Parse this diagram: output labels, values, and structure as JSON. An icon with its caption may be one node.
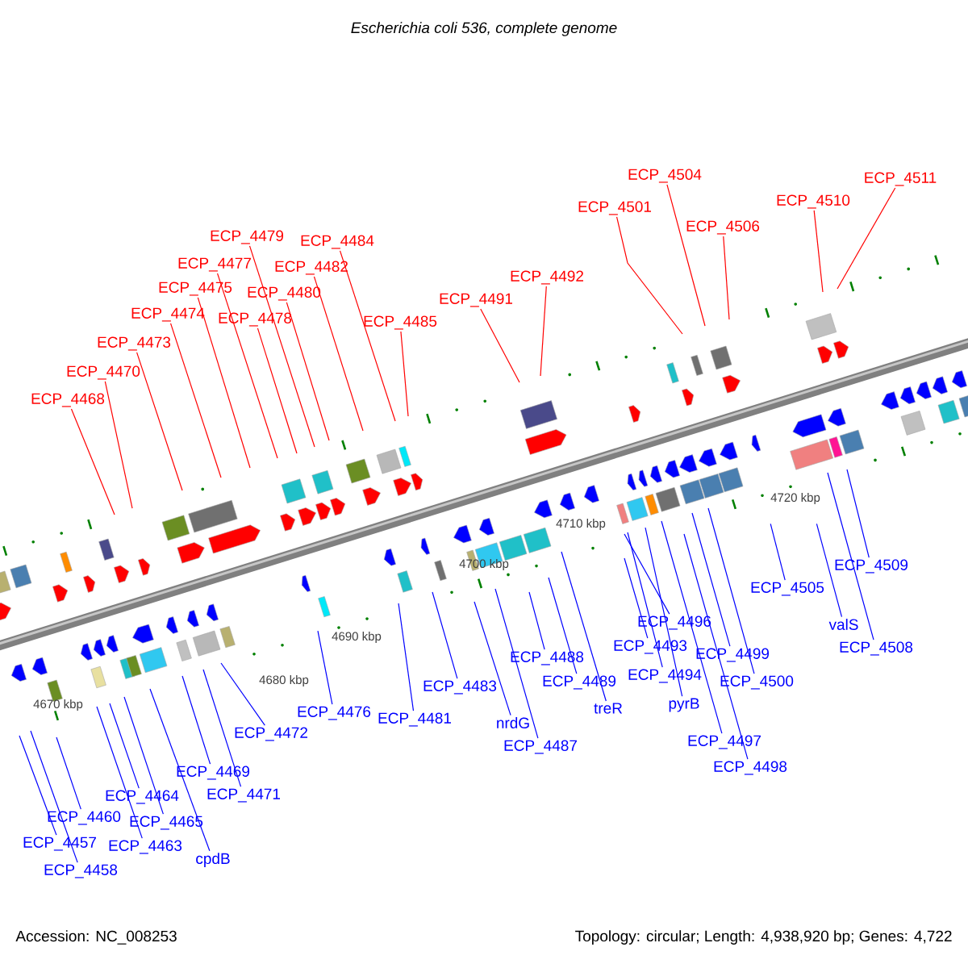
{
  "diagram": {
    "title": "Escherichia coli 536, complete genome",
    "nodes": [
      {
        "text": [
          "ECP_4468"
        ]
      },
      {
        "text": [
          "ECP_4470"
        ]
      },
      {
        "text": [
          "ECP_4473"
        ]
      },
      {
        "text": [
          "ECP_4474"
        ]
      },
      {
        "text": [
          "ECP_4475"
        ]
      },
      {
        "text": [
          "ECP_4477"
        ]
      },
      {
        "text": [
          "ECP_4479"
        ]
      },
      {
        "text": [
          "ECP_4478"
        ]
      },
      {
        "text": [
          "ECP_4480"
        ]
      },
      {
        "text": [
          "ECP_4482"
        ]
      },
      {
        "text": [
          "ECP_4484"
        ]
      },
      {
        "text": [
          "ECP_4485"
        ]
      },
      {
        "text": [
          "ECP_4491"
        ]
      },
      {
        "text": [
          "ECP_4492"
        ]
      },
      {
        "text": [
          "ECP_4501"
        ]
      },
      {
        "text": [
          "ECP_4504"
        ]
      },
      {
        "text": [
          "ECP_4506"
        ]
      },
      {
        "text": [
          "ECP_4510"
        ]
      },
      {
        "text": [
          "ECP_4511"
        ]
      },
      {
        "text": [
          "ECP_4457"
        ]
      },
      {
        "text": [
          "ECP_4458"
        ]
      },
      {
        "text": [
          "ECP_4460"
        ]
      },
      {
        "text": [
          "ECP_4463"
        ]
      },
      {
        "text": [
          "ECP_4464"
        ]
      },
      {
        "text": [
          "ECP_4465"
        ]
      },
      {
        "text": [
          "cpdB"
        ]
      },
      {
        "text": [
          "ECP_4469"
        ]
      },
      {
        "text": [
          "ECP_4471"
        ]
      },
      {
        "text": [
          "ECP_4472"
        ]
      },
      {
        "text": [
          "ECP_4476"
        ]
      },
      {
        "text": [
          "ECP_4481"
        ]
      },
      {
        "text": [
          "ECP_4483"
        ]
      },
      {
        "text": [
          "nrdG"
        ]
      },
      {
        "text": [
          "ECP_4487"
        ]
      },
      {
        "text": [
          "ECP_4488"
        ]
      },
      {
        "text": [
          "ECP_4489"
        ]
      },
      {
        "text": [
          "treR"
        ]
      },
      {
        "text": [
          "ECP_4493"
        ]
      },
      {
        "text": [
          "ECP_4494"
        ]
      },
      {
        "text": [
          "ECP_4496"
        ]
      },
      {
        "text": [
          "pyrB"
        ]
      },
      {
        "text": [
          "ECP_4497"
        ]
      },
      {
        "text": [
          "ECP_4498"
        ]
      },
      {
        "text": [
          "ECP_4499"
        ]
      },
      {
        "text": [
          "ECP_4500"
        ]
      },
      {
        "text": [
          "ECP_4505"
        ]
      },
      {
        "text": [
          "valS"
        ]
      },
      {
        "text": [
          "ECP_4508"
        ]
      },
      {
        "text": [
          "ECP_4509"
        ]
      }
    ],
    "edges": [
      {
        "from": 0,
        "to": null,
        "arrow": "none",
        "color": "#ff0000"
      },
      {
        "from": 1,
        "to": null,
        "arrow": "none",
        "color": "#ff0000"
      },
      {
        "from": 2,
        "to": null,
        "arrow": "none",
        "color": "#ff0000"
      },
      {
        "from": 3,
        "to": null,
        "arrow": "none",
        "color": "#ff0000"
      },
      {
        "from": 4,
        "to": null,
        "arrow": "none",
        "color": "#ff0000"
      },
      {
        "from": 5,
        "to": null,
        "arrow": "none",
        "color": "#ff0000"
      },
      {
        "from": 6,
        "to": null,
        "arrow": "none",
        "color": "#ff0000"
      },
      {
        "from": 7,
        "to": null,
        "arrow": "none",
        "color": "#ff0000"
      },
      {
        "from": 8,
        "to": null,
        "arrow": "none",
        "color": "#ff0000"
      },
      {
        "from": 9,
        "to": null,
        "arrow": "none",
        "color": "#ff0000"
      },
      {
        "from": 10,
        "to": null,
        "arrow": "none",
        "color": "#ff0000"
      },
      {
        "from": 11,
        "to": null,
        "arrow": "none",
        "color": "#ff0000"
      },
      {
        "from": 12,
        "to": null,
        "arrow": "none",
        "color": "#ff0000"
      },
      {
        "from": 13,
        "to": null,
        "arrow": "none",
        "color": "#ff0000"
      },
      {
        "from": 14,
        "to": null,
        "arrow": "none",
        "color": "#ff0000"
      },
      {
        "from": 15,
        "to": null,
        "arrow": "none",
        "color": "#ff0000"
      },
      {
        "from": 16,
        "to": null,
        "arrow": "none",
        "color": "#ff0000"
      },
      {
        "from": 17,
        "to": null,
        "arrow": "none",
        "color": "#ff0000"
      },
      {
        "from": 18,
        "to": null,
        "arrow": "none",
        "color": "#ff0000"
      },
      {
        "from": 19,
        "to": null,
        "arrow": "none"
      },
      {
        "from": 20,
        "to": null,
        "arrow": "none"
      },
      {
        "from": 21,
        "to": null,
        "arrow": "none"
      },
      {
        "from": 22,
        "to": null,
        "arrow": "none"
      },
      {
        "from": 23,
        "to": null,
        "arrow": "none"
      },
      {
        "from": 24,
        "to": null,
        "arrow": "none"
      },
      {
        "from": 25,
        "to": null,
        "arrow": "none"
      },
      {
        "from": 26,
        "to": null,
        "arrow": "none"
      },
      {
        "from": 27,
        "to": null,
        "arrow": "none"
      },
      {
        "from": 28,
        "to": null,
        "arrow": "none"
      },
      {
        "from": 29,
        "to": null,
        "arrow": "none"
      },
      {
        "from": 30,
        "to": null,
        "arrow": "none"
      },
      {
        "from": 31,
        "to": null,
        "arrow": "none"
      },
      {
        "from": 32,
        "to": null,
        "arrow": "none"
      },
      {
        "from": 33,
        "to": null,
        "arrow": "none"
      },
      {
        "from": 34,
        "to": null,
        "arrow": "none"
      },
      {
        "from": 35,
        "to": null,
        "arrow": "none"
      },
      {
        "from": 36,
        "to": null,
        "arrow": "none"
      },
      {
        "from": 37,
        "to": null,
        "arrow": "none"
      },
      {
        "from": 38,
        "to": null,
        "arrow": "none"
      },
      {
        "from": 39,
        "to": null,
        "arrow": "none"
      },
      {
        "from": 40,
        "to": null,
        "arrow": "none"
      },
      {
        "from": 41,
        "to": null,
        "arrow": "none"
      },
      {
        "from": 42,
        "to": null,
        "arrow": "none"
      },
      {
        "from": 43,
        "to": null,
        "arrow": "none"
      },
      {
        "from": 44,
        "to": null,
        "arrow": "none"
      },
      {
        "from": 45,
        "to": null,
        "arrow": "none"
      },
      {
        "from": 46,
        "to": null,
        "arrow": "none"
      },
      {
        "from": 47,
        "to": null,
        "arrow": "none"
      },
      {
        "from": 48,
        "to": null,
        "arrow": "none"
      }
    ],
    "labels": [
      "4670 kbp",
      "4680 kbp",
      "4690 kbp",
      "4700 kbp",
      "4710 kbp",
      "4720 kbp",
      "Accession: NC_008253",
      "Topology: circular; Length: 4,938,920 bp; Genes: 4,722"
    ]
  }
}
